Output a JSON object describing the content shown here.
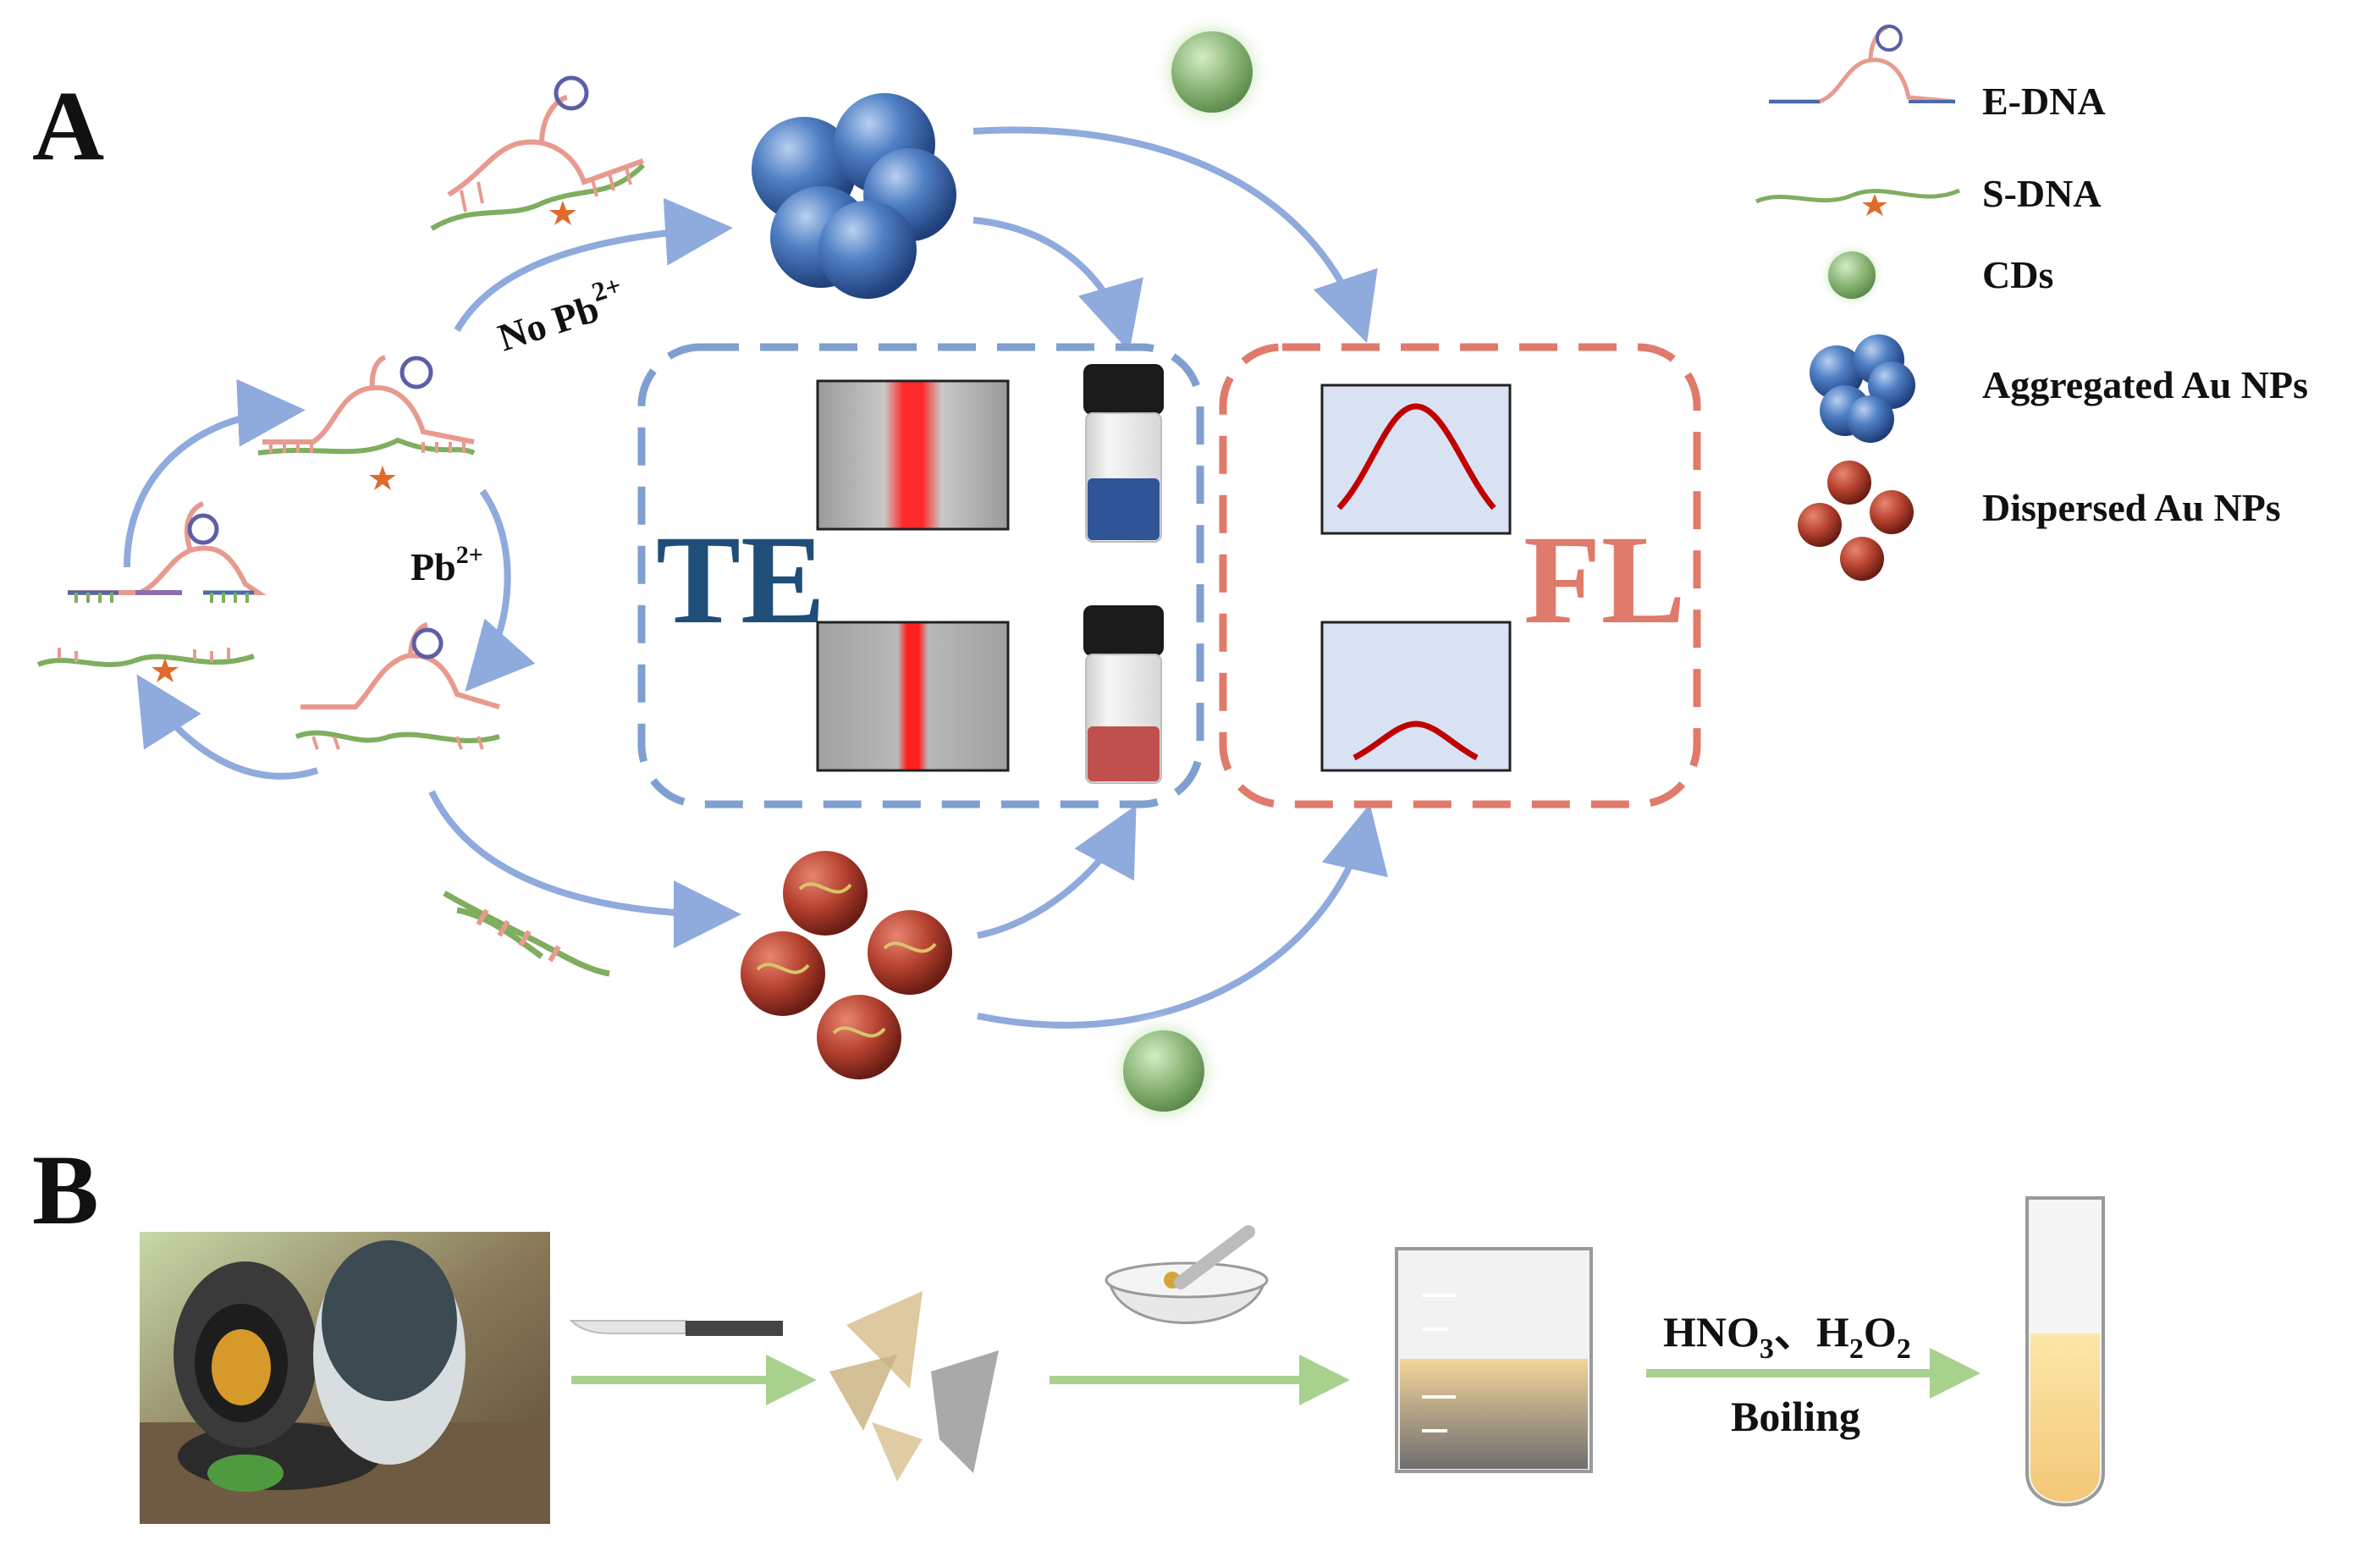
{
  "panels": {
    "a": "A",
    "b": "B"
  },
  "scheme": {
    "no_pb": {
      "base": "No Pb",
      "sup": "2+"
    },
    "pb": {
      "base": "Pb",
      "sup": "2+"
    },
    "te": "TE",
    "fl": "FL"
  },
  "legend": {
    "items": [
      {
        "label": "E-DNA",
        "icon": "e-dna-icon"
      },
      {
        "label": "S-DNA",
        "icon": "s-dna-icon"
      },
      {
        "label": "CDs",
        "icon": "cd-sphere-icon"
      },
      {
        "label": "Aggregated Au NPs",
        "icon": "aggregated-au-nps-icon"
      },
      {
        "label": "Dispersed Au NPs",
        "icon": "dispersed-au-nps-icon"
      }
    ]
  },
  "pretreatment": {
    "reagents": [
      {
        "text": "HNO"
      },
      {
        "sub": "3"
      },
      {
        "text": "、H"
      },
      {
        "sub": "2"
      },
      {
        "text": "O"
      },
      {
        "sub": "2"
      }
    ],
    "condition": "Boiling"
  },
  "colors": {
    "arrow_blue": "#8faadc",
    "arrow_green": "#a9d18e",
    "te_blue": "#1f4e79",
    "fl_red": "#e07a6b",
    "dash_blue": "#7f9fd0",
    "dash_red": "#e07a6b",
    "au_blue": "#3f6fb5",
    "au_red": "#b5412f",
    "cd_green": "#8db77a",
    "curve_red": "#c00000"
  }
}
